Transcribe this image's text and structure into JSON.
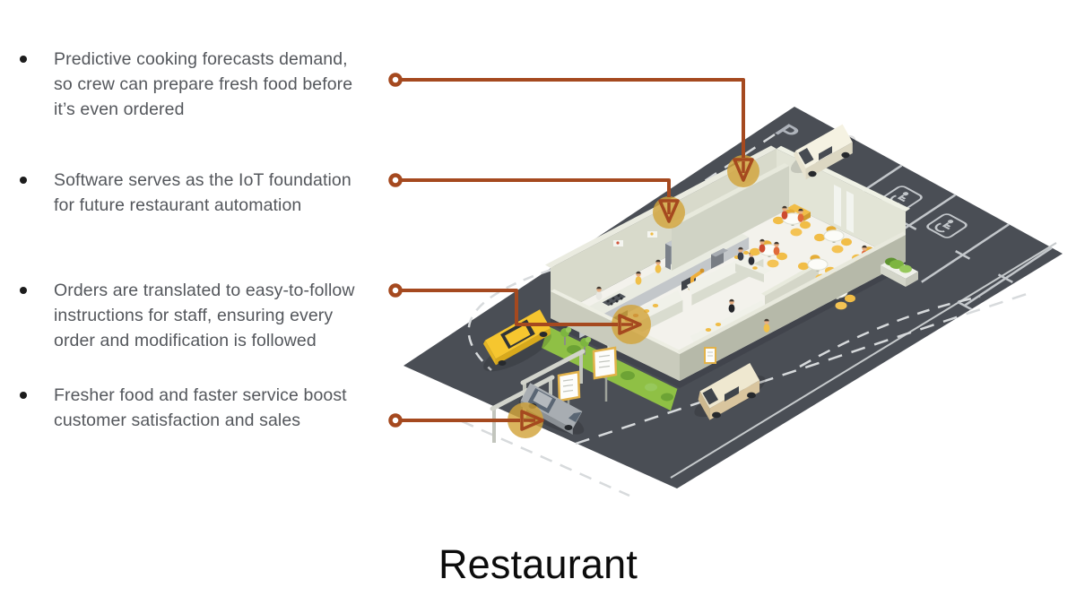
{
  "slide": {
    "title": "Restaurant",
    "bullets": [
      {
        "lines": [
          "Predictive cooking forecasts demand,",
          "so crew can prepare fresh food before",
          "it’s even ordered"
        ]
      },
      {
        "lines": [
          "Software serves as the IoT foundation",
          "for future restaurant automation"
        ]
      },
      {
        "lines": [
          "Orders are translated to easy-to-follow",
          "instructions for staff, ensuring every",
          "order and modification is followed"
        ]
      },
      {
        "lines": [
          "Fresher food and faster service boost",
          "customer satisfaction and sales"
        ]
      }
    ]
  },
  "illustration": {
    "description": "Isometric fast-food restaurant with drive-thru lane, parking lot, robotic kitchen and dining room",
    "parking_pavement_marking": "P",
    "accessible_parking_spots": 2,
    "callout_count": 4,
    "icons": {
      "accessible_parking": "wheelchair-icon",
      "callout_origin": "ring-icon",
      "callout_pointer": "triangle-arrow-icon",
      "bullet_marker": "dot-icon"
    },
    "colors": {
      "connector": "#a5491f",
      "highlight_circle": "#d2a33b",
      "road": "#4a4e55",
      "road_marking": "#d7dadc",
      "building_wall": "#cdd0c1",
      "floor": "#f3f2ec",
      "accent_yellow": "#f0bc47",
      "hedge_green": "#8fc045",
      "taxi_yellow": "#f5c52f",
      "text_gray": "#54575c",
      "title_black": "#0c0c0c"
    }
  }
}
